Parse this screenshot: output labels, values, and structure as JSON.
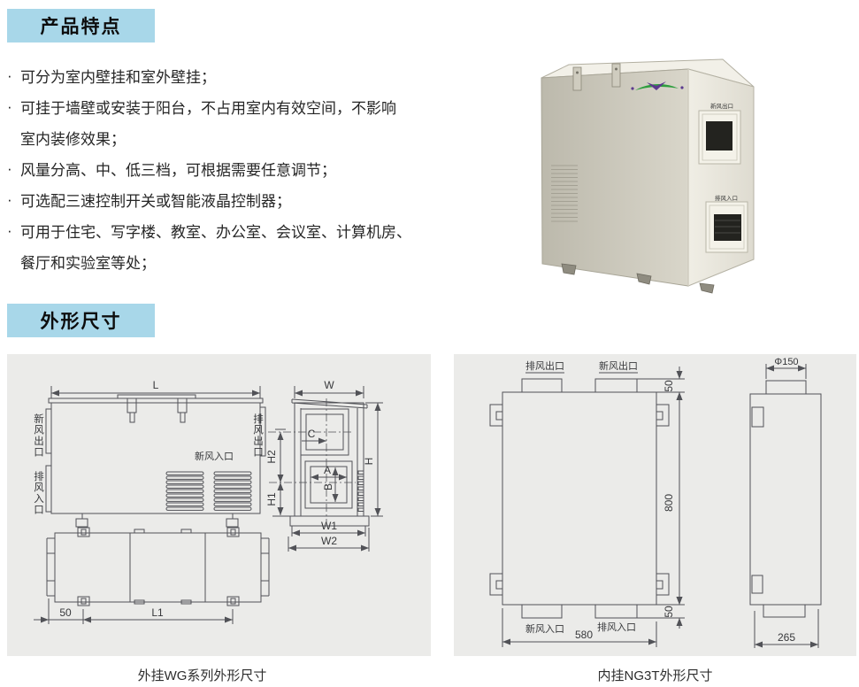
{
  "colors": {
    "header_bg": "#a8d7e9",
    "panel_bg": "#ebebe9",
    "drawing_line": "#515257",
    "text": "#262626",
    "product_body": "#e8e5da",
    "logo_green": "#2e9e3e"
  },
  "sections": {
    "features_title": "产品特点",
    "dimensions_title": "外形尺寸"
  },
  "features": [
    {
      "bullet": "·",
      "text": "可分为室内壁挂和室外壁挂；"
    },
    {
      "bullet": "·",
      "text": "可挂于墙壁或安装于阳台，不占用室内有效空间，不影响"
    },
    {
      "bullet": "",
      "text": "室内装修效果；"
    },
    {
      "bullet": "·",
      "text": "风量分高、中、低三档，可根据需要任意调节；"
    },
    {
      "bullet": "·",
      "text": "可选配三速控制开关或智能液晶控制器；"
    },
    {
      "bullet": "·",
      "text": "可用于住宅、写字楼、教室、办公室、会议室、计算机房、"
    },
    {
      "bullet": "",
      "text": "餐厅和实验室等处；"
    }
  ],
  "photo": {
    "top_port_label": "新风出口",
    "bottom_port_label": "排风入口"
  },
  "left_drawing": {
    "caption": "外挂WG系列外形尺寸",
    "dim_L": "L",
    "dim_W": "W",
    "dim_H": "H",
    "dim_H2": "H2",
    "dim_H1": "H1",
    "dim_C": "C",
    "dim_A": "A",
    "dim_B": "B",
    "dim_W1": "W1",
    "dim_W2": "W2",
    "dim_50": "50",
    "dim_L1": "L1",
    "port_fresh_out": "新风出口",
    "port_exhaust_in": "排风入口",
    "port_exhaust_out": "排风出口",
    "port_fresh_in": "新风入口"
  },
  "right_drawing": {
    "caption": "内挂NG3T外形尺寸",
    "port_exhaust_out": "排风出口",
    "port_fresh_out": "新风出口",
    "port_fresh_in": "新风入口",
    "port_exhaust_in": "排风入口",
    "dim_top_duct_h": "50",
    "dim_height": "800",
    "dim_bottom_duct_h": "50",
    "dim_width": "580",
    "dim_depth": "265",
    "dim_duct_diameter": "Φ150"
  }
}
